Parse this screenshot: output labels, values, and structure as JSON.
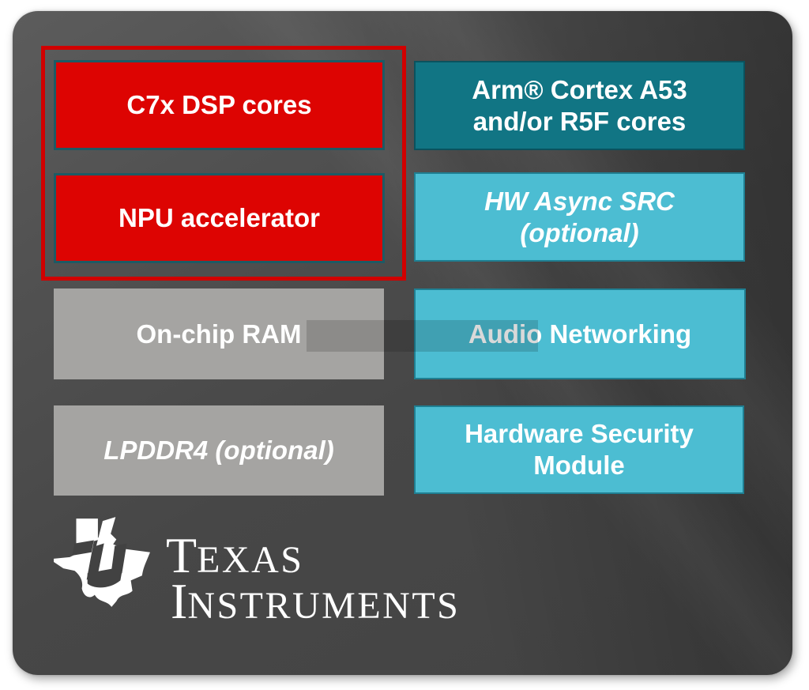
{
  "diagram": {
    "blocks": {
      "c7x": {
        "label": "C7x DSP cores"
      },
      "npu": {
        "label": "NPU accelerator"
      },
      "arm": {
        "line1": "Arm® Cortex A53",
        "line2": "and/or R5F cores"
      },
      "hw_async_src": {
        "line1": "HW Async SRC",
        "line2": "(optional)"
      },
      "onchip_ram": {
        "label": "On-chip RAM"
      },
      "audio_networking": {
        "label": "Audio Networking"
      },
      "lpddr4": {
        "label": "LPDDR4 (optional)"
      },
      "hardware_security_module": {
        "line1": "Hardware Security",
        "line2": "Module"
      }
    },
    "highlighted_blocks": [
      "C7x DSP cores",
      "NPU accelerator"
    ],
    "logo": {
      "word1_initial": "T",
      "word1_rest": "EXAS",
      "word2_initial": "I",
      "word2_rest": "NSTRUMENTS"
    },
    "colors": {
      "red_block": "#dd0402",
      "red_outline": "#d10000",
      "teal_dark": "#117584",
      "cyan": "#4cbdd2",
      "gray_block": "#a5a4a2",
      "label_text": "#ffffff"
    }
  }
}
